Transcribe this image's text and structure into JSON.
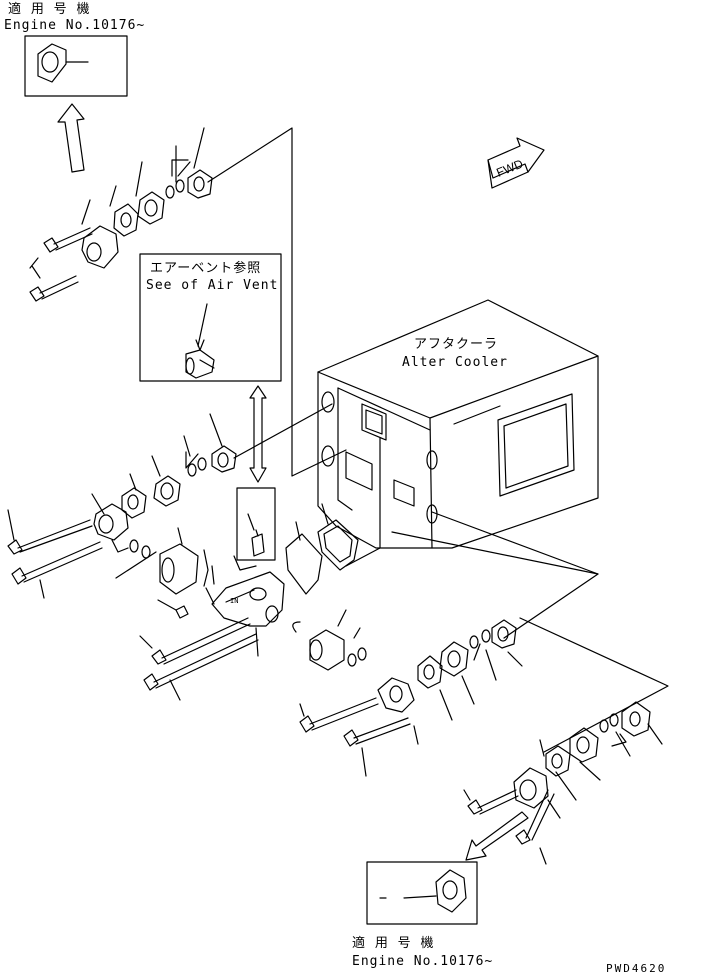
{
  "top_note": {
    "jp": "適 用 号 機",
    "en": "Engine No.10176~"
  },
  "bottom_note": {
    "jp": "適 用 号 機",
    "en": "Engine No.10176~"
  },
  "air_vent_box": {
    "jp": "エアーベント参照",
    "en": "See of Air Vent"
  },
  "aftercooler": {
    "jp": "アフタクーラ",
    "en": "Alter Cooler"
  },
  "fwd_label": "FWD",
  "figure_code": "PWD4620"
}
